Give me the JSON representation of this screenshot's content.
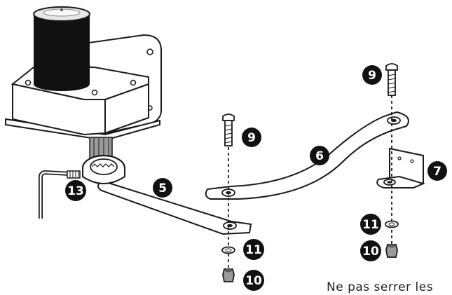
{
  "callouts": {
    "bolt_left": "9",
    "bolt_right": "9",
    "nut_left": "10",
    "nut_right": "10",
    "washer_left": "11",
    "washer_right": "11",
    "arm_short": "5",
    "arm_curved": "6",
    "bracket": "7",
    "set_screw": "13"
  },
  "caption": "Ne pas serrer les",
  "colors": {
    "ink": "#1a1a1a",
    "motor_body": "#111111",
    "badge": "#111111",
    "nut": "#9a9a9a"
  }
}
